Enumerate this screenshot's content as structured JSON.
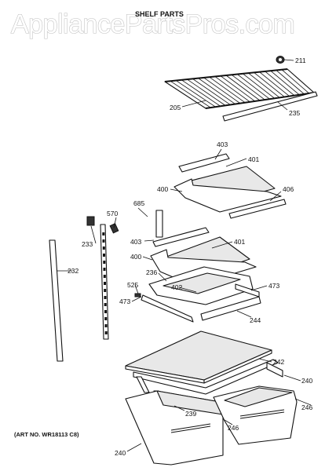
{
  "watermark": "AppliancePartsPros.com",
  "title": "SHELF PARTS",
  "art_number": "(ART NO. WR18113 C8)",
  "part_labels": [
    "211",
    "205",
    "235",
    "403",
    "401",
    "400",
    "406",
    "685",
    "570",
    "233",
    "403",
    "401",
    "232",
    "400",
    "236",
    "402",
    "473",
    "525",
    "473",
    "244",
    "242",
    "240",
    "239",
    "246",
    "246",
    "240"
  ]
}
